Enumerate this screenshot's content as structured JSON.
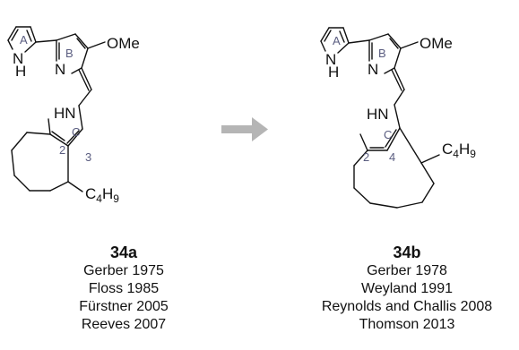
{
  "left_structure": {
    "ring_labels": [
      "A",
      "B",
      "C"
    ],
    "atom_labels": {
      "nh_a": "NH",
      "n_b": "N",
      "ome": "OMe",
      "nh_c": "HN",
      "pos_a": "2",
      "pos_b": "3",
      "c4h9": "C4H9"
    },
    "caption_id": "34a",
    "references": [
      "Gerber 1975",
      "Floss 1985",
      "Fürstner 2005",
      "Reeves 2007"
    ]
  },
  "right_structure": {
    "ring_labels": [
      "A",
      "B",
      "C"
    ],
    "atom_labels": {
      "nh_a": "NH",
      "n_b": "N",
      "ome": "OMe",
      "nh_c": "HN",
      "pos_a": "2",
      "pos_b": "4",
      "c4h9": "C4H9"
    },
    "caption_id": "34b",
    "references": [
      "Gerber 1978",
      "Weyland 1991",
      "Reynolds and Challis 2008",
      "Thomson 2013"
    ]
  },
  "colors": {
    "bond": "#111111",
    "ring_label": "#5a5d80",
    "arrow": "#b5b5b5"
  }
}
